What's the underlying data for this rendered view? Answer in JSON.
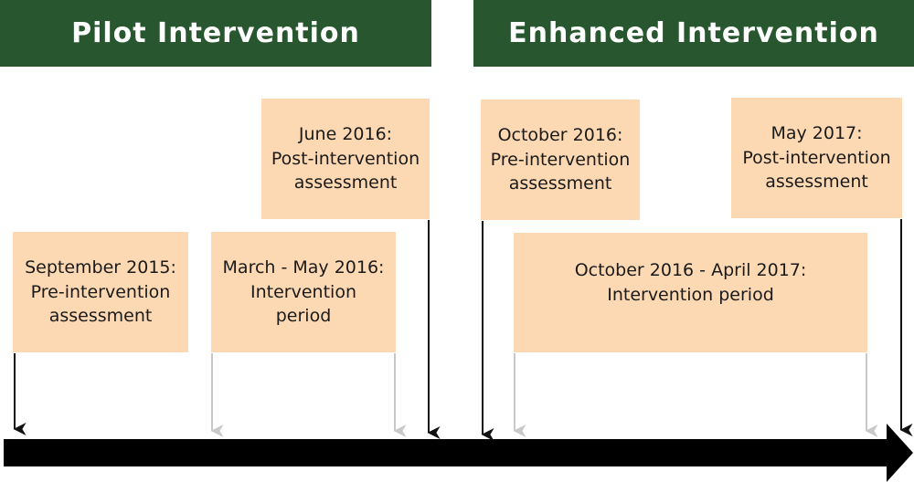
{
  "banners": {
    "pilot": "Pilot Intervention",
    "enhanced": "Enhanced Intervention"
  },
  "milestones": {
    "sep2015": {
      "date": "September 2015:",
      "line1": "Pre-intervention",
      "line2": "assessment"
    },
    "mar2016": {
      "date": "March - May 2016:",
      "line1": "Intervention",
      "line2": "period"
    },
    "jun2016": {
      "date": "June 2016:",
      "line1": "Post-intervention",
      "line2": "assessment"
    },
    "oct2016": {
      "date": "October 2016:",
      "line1": "Pre-intervention",
      "line2": "assessment"
    },
    "oct2016_apr2017": {
      "date": "October 2016 - April 2017:",
      "line1": "Intervention period"
    },
    "may2017": {
      "date": "May 2017:",
      "line1": "Post-intervention",
      "line2": "assessment"
    }
  },
  "colors": {
    "banner": "#27562f",
    "box": "#fdd9b3",
    "timeline": "#000000",
    "assessment_arrow": "#111111",
    "period_arrow": "#c8c8c8"
  }
}
